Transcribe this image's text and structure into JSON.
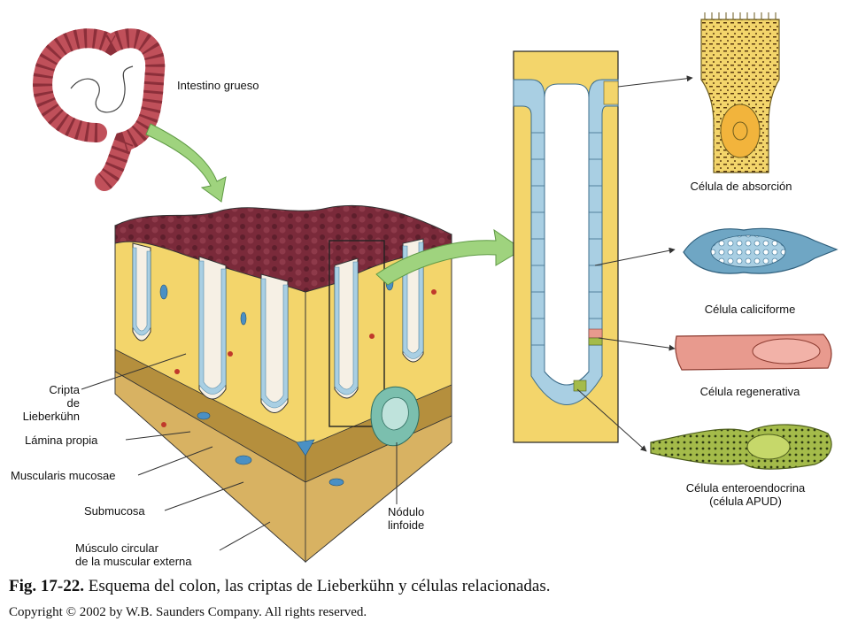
{
  "labels": {
    "large_intestine": "Intestino grueso",
    "crypt_line1": "Cripta",
    "crypt_line2": "de Lieberkühn",
    "lamina_propria": "Lámina propia",
    "muscularis_mucosae": "Muscularis mucosae",
    "submucosa": "Submucosa",
    "circular_muscle_line1": "Músculo circular",
    "circular_muscle_line2": "de la muscular externa",
    "lymphoid_nodule_line1": "Nódulo",
    "lymphoid_nodule_line2": "linfoide",
    "absorptive_cell": "Célula de absorción",
    "goblet_cell": "Célula caliciforme",
    "regenerative_cell": "Célula regenerativa",
    "enteroendocrine_line1": "Célula enteroendocrina",
    "enteroendocrine_line2": "(célula APUD)"
  },
  "caption": {
    "fig_number": "Fig. 17-22.",
    "text": " Esquema del colon, las criptas de Lieberkühn y células relacionadas."
  },
  "copyright": "Copyright © 2002 by W.B. Saunders Company. All rights reserved.",
  "colors": {
    "tissue_yellow": "#f3d56b",
    "mucosa_maroon": "#7a2a3a",
    "cell_blue": "#a9cfe3",
    "goblet_blue": "#6fa6c4",
    "regenerative_pink": "#e89a8e",
    "enteroendocrine_green": "#a4bb4a",
    "arrow_green": "#9fd37e",
    "colon_red": "#c0505a"
  }
}
